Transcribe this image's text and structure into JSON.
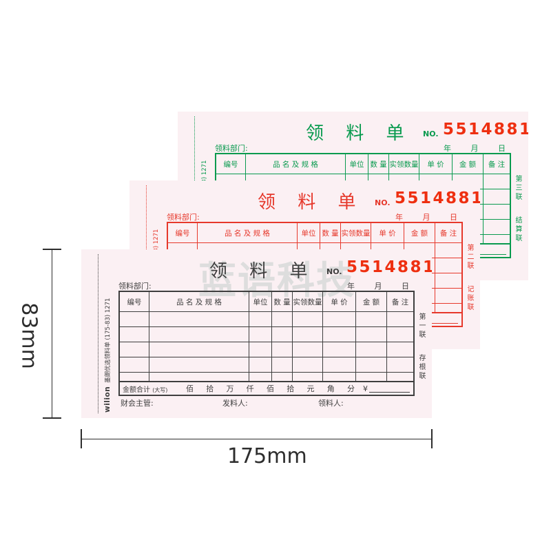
{
  "page": {
    "background": "#ffffff",
    "paper_color": "#fbf0f3"
  },
  "form_common": {
    "title": "领 料 单",
    "no_label": "NO.",
    "no_value": "5514881",
    "no_value_color": "#ee2f10",
    "date_labels": [
      "年",
      "月",
      "日"
    ],
    "dept_label": "领料部门:",
    "table_headers": [
      "编号",
      "品 名 及 规 格",
      "单位",
      "数 量",
      "实领数量",
      "单 价",
      "金 额",
      "备 注"
    ],
    "amount_label": "金额合计",
    "amount_label_small": "(大写)",
    "amount_units": [
      "佰",
      "拾",
      "万",
      "仟",
      "佰",
      "拾",
      "元",
      "角",
      "分"
    ],
    "currency_symbol": "¥",
    "signatures": [
      "财会主管:",
      "发料人:",
      "领料人:"
    ],
    "side_brand": "wilion",
    "side_text": "墨朗优选领料单 (175-83) 1271"
  },
  "copies": [
    {
      "name": "third-copy",
      "theme_color": "#089a4e",
      "copy_label": "第三联",
      "copy_type": "结算联"
    },
    {
      "name": "second-copy",
      "theme_color": "#e6382b",
      "copy_label": "第二联",
      "copy_type": "记账联"
    },
    {
      "name": "first-copy",
      "theme_color": "#3e3e3e",
      "copy_label": "第一联",
      "copy_type": "存根联",
      "watermark": "蓝语科技"
    }
  ],
  "dimensions": {
    "height_label": "83mm",
    "width_label": "175mm"
  }
}
